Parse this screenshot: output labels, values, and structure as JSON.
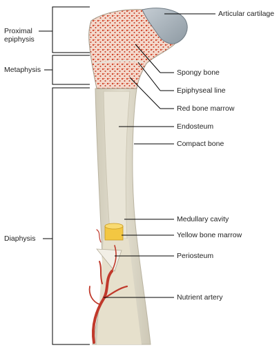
{
  "title": "",
  "left_labels": {
    "proximal_epiphysis": [
      "Proximal",
      "epiphysis"
    ],
    "metaphysis": "Metaphysis",
    "diaphysis": "Diaphysis"
  },
  "right_labels": {
    "articular_cartilage": "Articular cartilage",
    "spongy_bone": "Spongy bone",
    "epiphyseal_line": "Epiphyseal line",
    "red_bone_marrow": "Red bone marrow",
    "endosteum": "Endosteum",
    "compact_bone": "Compact bone",
    "medullary_cavity": "Medullary cavity",
    "yellow_bone_marrow": "Yellow bone marrow",
    "periosteum": "Periosteum",
    "nutrient_artery": "Nutrient artery"
  },
  "colors": {
    "cartilage": "#aab6bf",
    "spongy_bone_fill": "#f4d9cc",
    "red_marrow": "#d2452b",
    "compact_bone": "#d9d6c6",
    "medullary_cavity": "#e7e2d3",
    "yellow_marrow": "#f3c742",
    "artery": "#c0392b",
    "lines": "#000000"
  }
}
